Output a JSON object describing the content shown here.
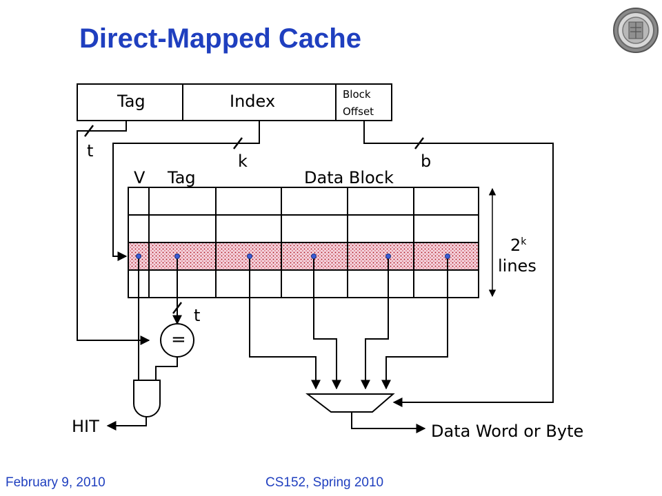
{
  "slide": {
    "title": "Direct-Mapped Cache",
    "footer_left": "February 9, 2010",
    "footer_right": "CS152, Spring 2010",
    "logo_icon": "university-seal-icon"
  },
  "address": {
    "tag": "Tag",
    "index": "Index",
    "offset_line1": "Block",
    "offset_line2": "Offset"
  },
  "widths": {
    "tag": "t",
    "index": "k",
    "offset": "b",
    "compare_tag": "t"
  },
  "cache": {
    "col_valid": "V",
    "col_tag": "Tag",
    "col_data": "Data Block",
    "lines_base": "2",
    "lines_exp": "k",
    "lines_word": "lines"
  },
  "logic": {
    "comparator": "=",
    "hit": "HIT",
    "output": "Data Word or Byte"
  },
  "colors": {
    "title": "#1f3fbf",
    "selected_row": "#f5d4de",
    "selected_dots": "#b0202a",
    "tap_dot": "#3b5bd6"
  }
}
